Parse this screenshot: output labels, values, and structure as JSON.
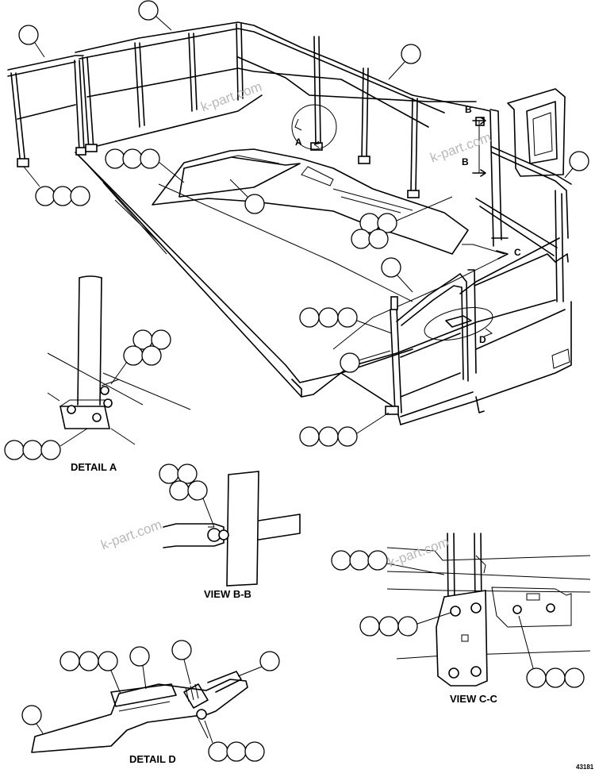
{
  "views": {
    "detail_a": "DETAIL A",
    "view_bb": "VIEW B-B",
    "view_cc": "VIEW C-C",
    "detail_d": "DETAIL D"
  },
  "section_marks": {
    "a": "A",
    "b_upper": "B",
    "b_lower": "B",
    "c": "C",
    "d": "D"
  },
  "watermark": "k-part.com",
  "figure_number": "43181"
}
